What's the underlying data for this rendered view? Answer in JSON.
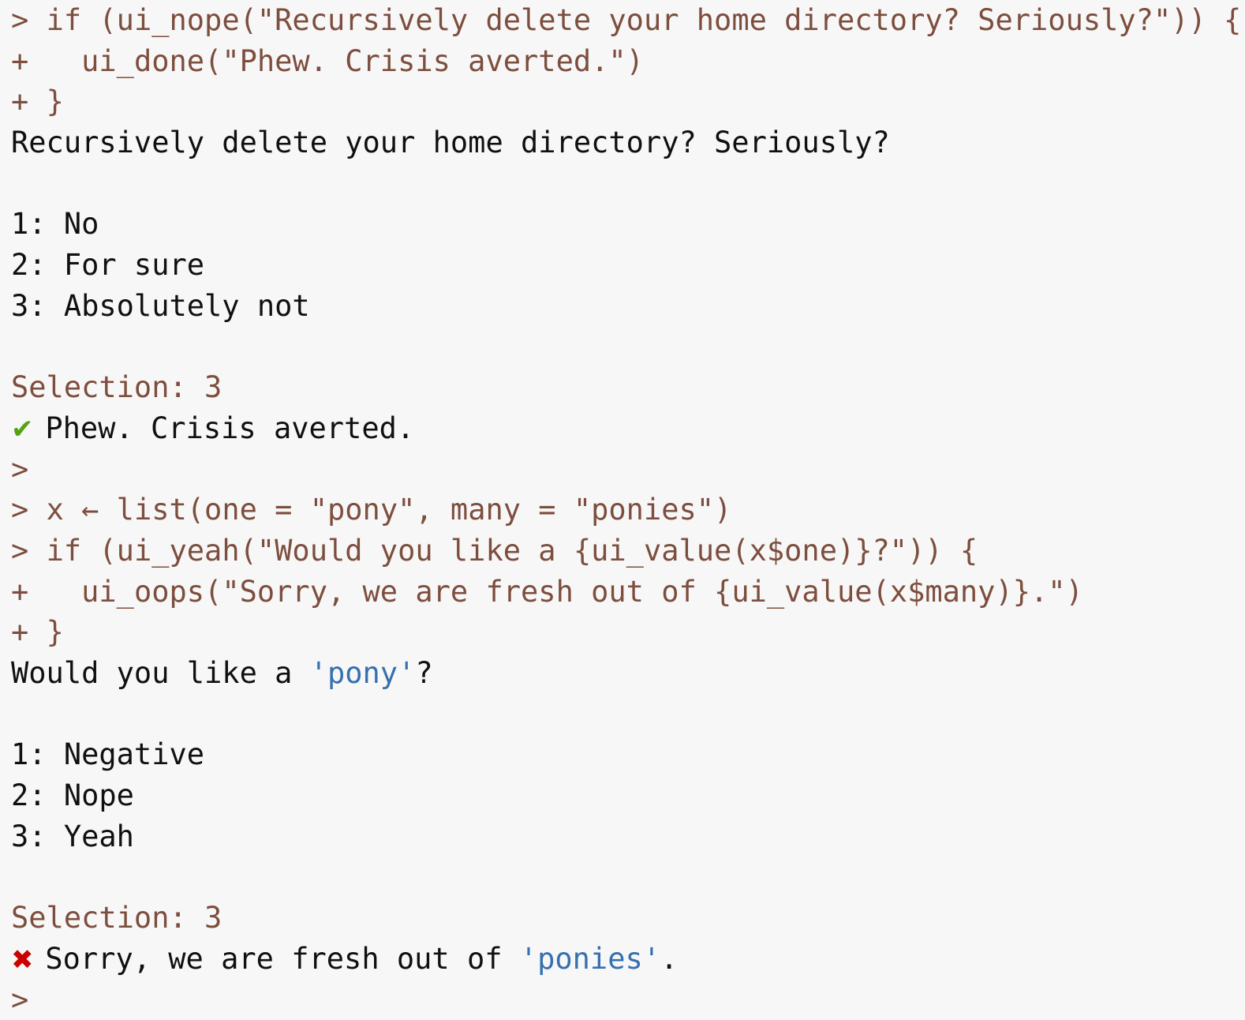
{
  "app": {
    "title": "R Console",
    "background": "#f7f7f7",
    "colors": {
      "prompt": "#7d4e3e",
      "plain": "#101010",
      "value": "#3670b0",
      "success": "#55a313",
      "error": "#cc0000"
    }
  },
  "console": {
    "lines": [
      {
        "kind": "input",
        "prompt": "> ",
        "text": "if (ui_nope(\"Recursively delete your home directory? Seriously?\")) {"
      },
      {
        "kind": "input",
        "prompt": "+ ",
        "text": "  ui_done(\"Phew. Crisis averted.\")"
      },
      {
        "kind": "input",
        "prompt": "+ ",
        "text": "}"
      },
      {
        "kind": "output",
        "text": "Recursively delete your home directory? Seriously?"
      },
      {
        "kind": "blank",
        "text": ""
      },
      {
        "kind": "option",
        "text": "1: No"
      },
      {
        "kind": "option",
        "text": "2: For sure"
      },
      {
        "kind": "option",
        "text": "3: Absolutely not"
      },
      {
        "kind": "blank",
        "text": ""
      },
      {
        "kind": "selection",
        "text": "Selection: 3"
      },
      {
        "kind": "success",
        "icon": "✔",
        "icon_name": "check-mark-icon",
        "text": " Phew. Crisis averted."
      },
      {
        "kind": "input",
        "prompt": ">",
        "text": ""
      },
      {
        "kind": "input",
        "prompt": "> ",
        "pre": "x ",
        "arrow": "←",
        "post": " list(one = \"pony\", many = \"ponies\")"
      },
      {
        "kind": "input",
        "prompt": "> ",
        "text": "if (ui_yeah(\"Would you like a {ui_value(x$one)}?\")) {"
      },
      {
        "kind": "input",
        "prompt": "+ ",
        "text": "  ui_oops(\"Sorry, we are fresh out of {ui_value(x$many)}.\")"
      },
      {
        "kind": "input",
        "prompt": "+ ",
        "text": "}"
      },
      {
        "kind": "output_value",
        "before": "Would you like a ",
        "value": "'pony'",
        "after": "?"
      },
      {
        "kind": "blank",
        "text": ""
      },
      {
        "kind": "option",
        "text": "1: Negative"
      },
      {
        "kind": "option",
        "text": "2: Nope"
      },
      {
        "kind": "option",
        "text": "3: Yeah"
      },
      {
        "kind": "blank",
        "text": ""
      },
      {
        "kind": "selection",
        "text": "Selection: 3"
      },
      {
        "kind": "error_value",
        "icon": "✖",
        "icon_name": "cross-mark-icon",
        "before": " Sorry, we are fresh out of ",
        "value": "'ponies'",
        "after": "."
      },
      {
        "kind": "input",
        "prompt": ">",
        "text": ""
      }
    ]
  }
}
